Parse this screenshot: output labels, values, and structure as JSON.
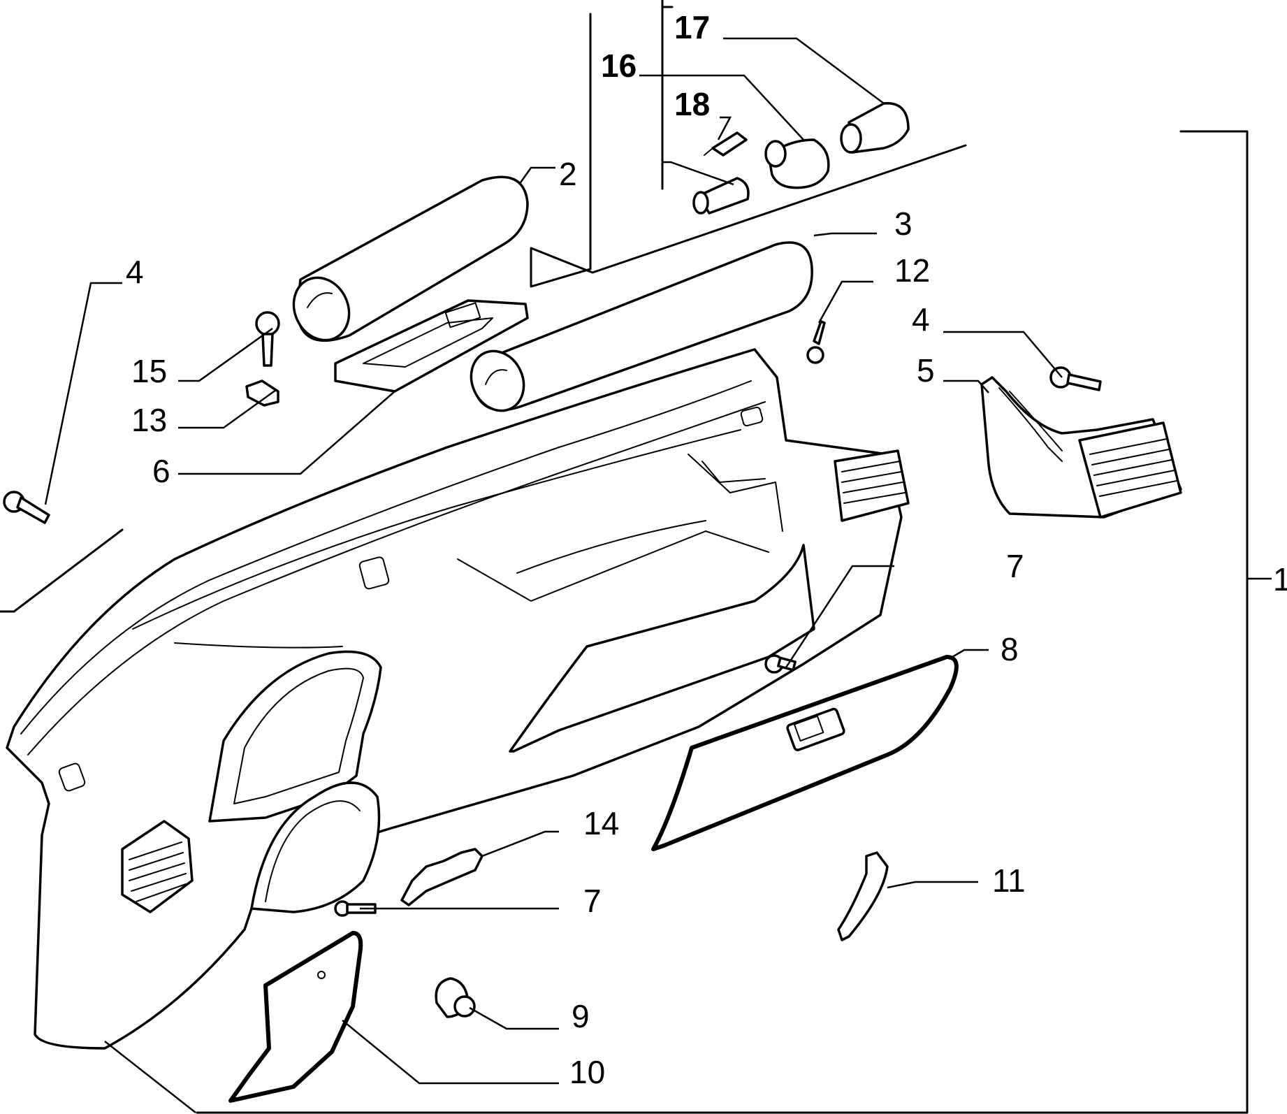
{
  "diagram": {
    "callouts": {
      "c1": "1",
      "c2": "2",
      "c3": "3",
      "c4_left": "4",
      "c4_right": "4",
      "c5": "5",
      "c6": "6",
      "c7_right": "7",
      "c7_lower": "7",
      "c8": "8",
      "c9": "9",
      "c10": "10",
      "c11": "11",
      "c12": "12",
      "c13": "13",
      "c14": "14",
      "c15": "15",
      "c16": "16",
      "c17": "17",
      "c18": "18"
    }
  }
}
